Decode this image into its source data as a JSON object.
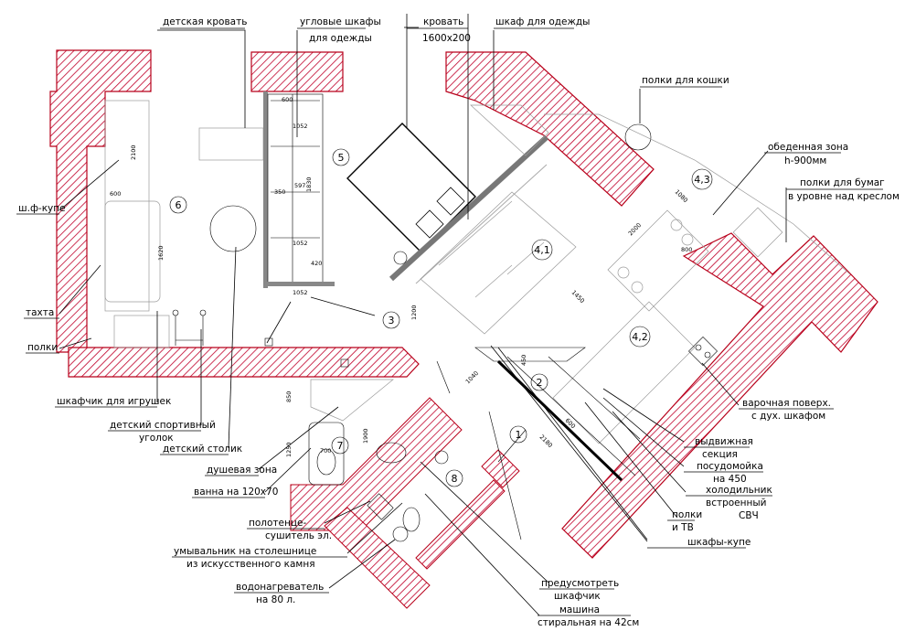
{
  "labels": {
    "child_bed": "детская кровать",
    "corner_wardrobes_1": "угловые шкафы",
    "corner_wardrobes_2": "для одежды",
    "bed_1": "кровать",
    "bed_2": "1600х200",
    "clothes_wardrobe": "шкаф для одежды",
    "cat_shelves": "полки для кошки",
    "dining_1": "обеденная зона",
    "dining_2": "h-900мм",
    "paper_shelves_1": "полки для бумаг",
    "paper_shelves_2": "в уровне над креслом",
    "sliding_wardrobe": "ш.ф-купе",
    "couch": "тахта",
    "shelves": "полки",
    "toy_cabinet": "шкафчик для игрушек",
    "sport_corner_1": "детский спортивный",
    "sport_corner_2": "уголок",
    "child_table": "детский столик",
    "shower": "душевая зона",
    "bath": "ванна на 120х70",
    "towel_1": "полотенце-",
    "towel_2": "сушитель эл.",
    "sink_1": "умывальник на столешнице",
    "sink_2": "из искусственного камня",
    "heater_1": "водонагреватель",
    "heater_2": "на 80 л.",
    "cabinet_1": "предусмотреть",
    "cabinet_2": "шкафчик",
    "washer_1": "машина",
    "washer_2": "стиральная на 42см",
    "hob_1": "варочная поверх.",
    "hob_2": "с дух. шкафом",
    "drawer_1": "выдвижная",
    "drawer_2": "секция",
    "dishwasher_1": "посудомойка",
    "dishwasher_2": "на 450",
    "fridge_1": "холодильник",
    "fridge_2": "встроенный",
    "microwave": "СВЧ",
    "shelves_tv_1": "полки",
    "shelves_tv_2": "и ТВ",
    "wardrobes_coupe": "шкафы-купе"
  },
  "rooms": {
    "r1": "1",
    "r2": "2",
    "r3": "3",
    "r41": "4,1",
    "r42": "4,2",
    "r43": "4,3",
    "r5": "5",
    "r6": "6",
    "r7": "7",
    "r8": "8"
  },
  "dims": {
    "d600a": "600",
    "d2100": "2100",
    "d1620": "1620",
    "d1052a": "1052",
    "d350": "350",
    "d597": "597",
    "d1830": "1830",
    "d1052b": "1052",
    "d1052c": "1052",
    "d600b": "600",
    "d420": "420",
    "d1200": "1200",
    "d1080": "1080",
    "d2000": "2000",
    "d1450": "1450",
    "d800": "800",
    "d2180": "2180",
    "d1040": "1040",
    "d850": "850",
    "d1250": "1250",
    "d700": "700",
    "d1900": "1900",
    "d600c": "600",
    "d450": "450"
  },
  "colors": {
    "wall_hatch": "#c0002a",
    "ink": "#000000",
    "furniture": "#9a9a9a"
  }
}
